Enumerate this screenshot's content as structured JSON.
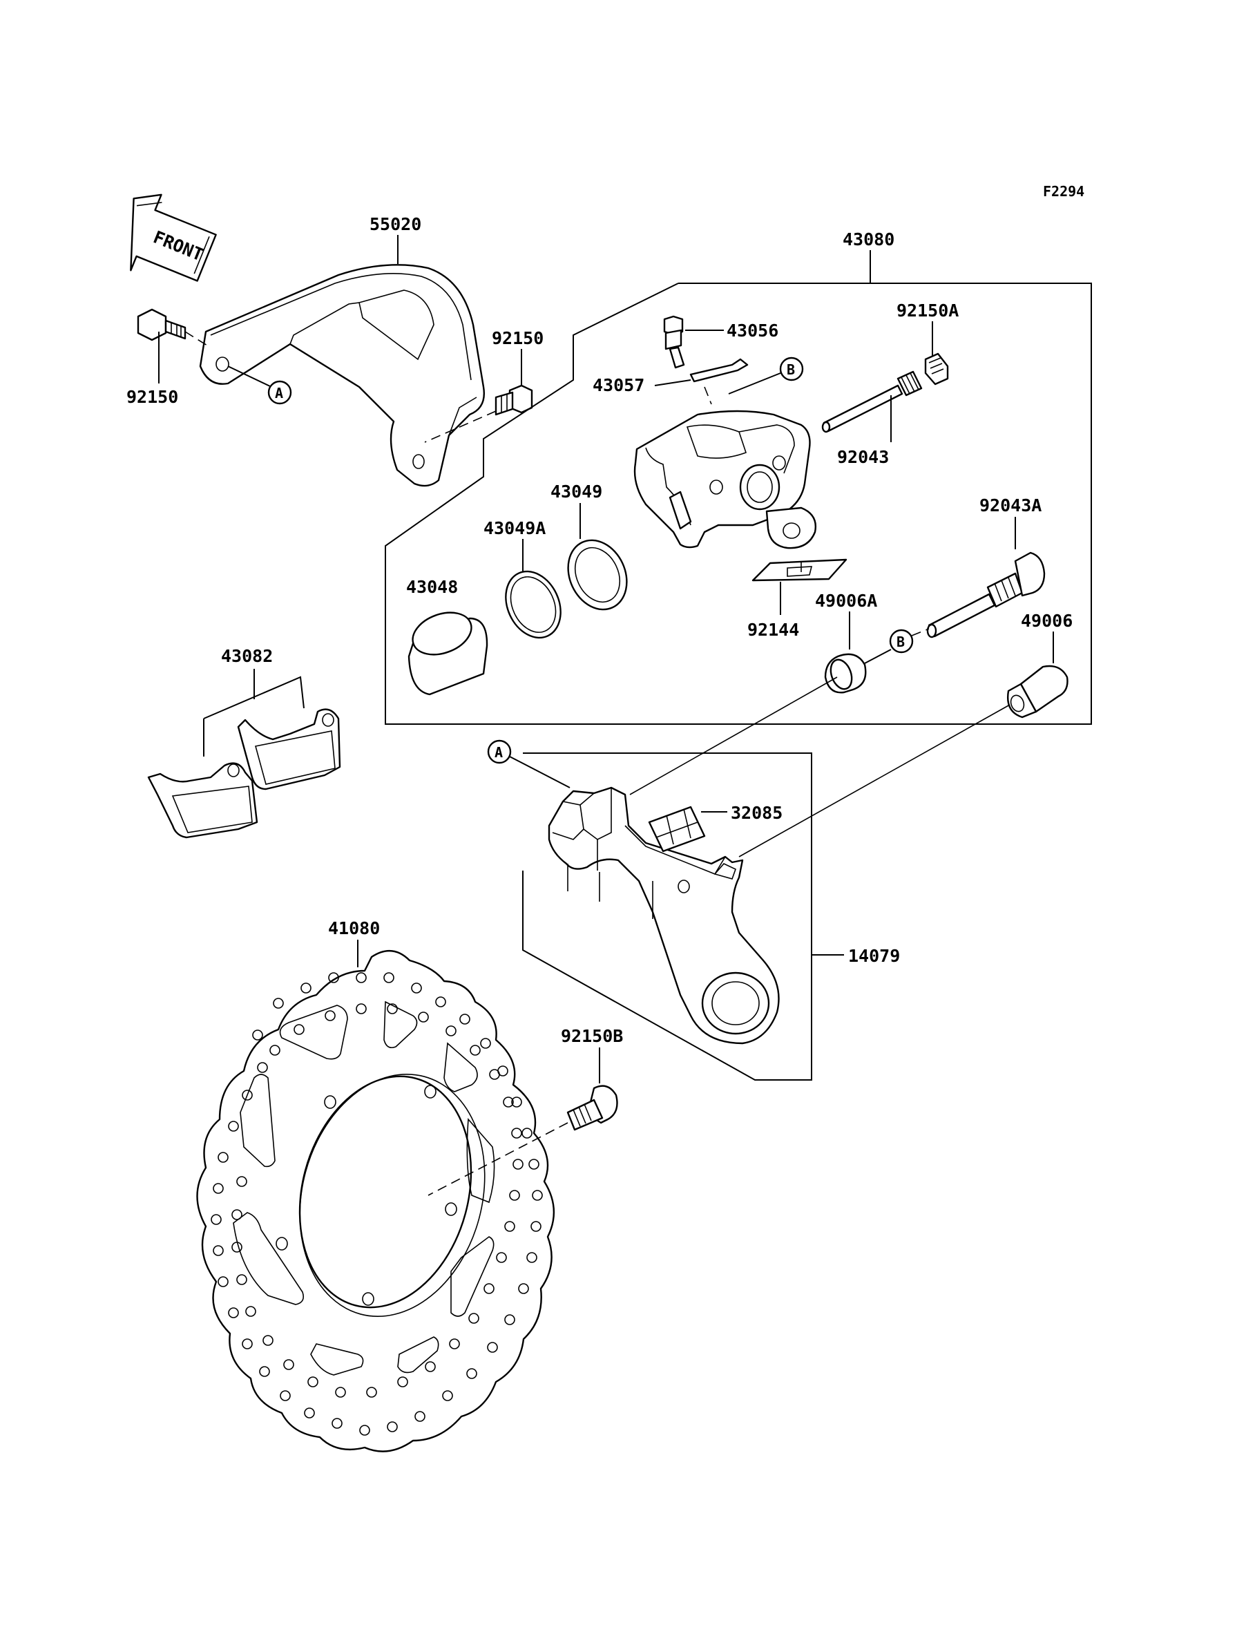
{
  "figure_code": "F2294",
  "front_label": "FRONT",
  "refs": {
    "a": "A",
    "b": "B"
  },
  "parts": {
    "p55020": "55020",
    "p92150_left": "92150",
    "p92150_right": "92150",
    "p43080": "43080",
    "p43056": "43056",
    "p43057": "43057",
    "p92150A": "92150A",
    "p92043": "92043",
    "p43049": "43049",
    "p43049A": "43049A",
    "p43048": "43048",
    "p92043A": "92043A",
    "p49006A": "49006A",
    "p92144": "92144",
    "p49006": "49006",
    "p43082": "43082",
    "p32085": "32085",
    "p14079": "14079",
    "p41080": "41080",
    "p92150B": "92150B"
  }
}
